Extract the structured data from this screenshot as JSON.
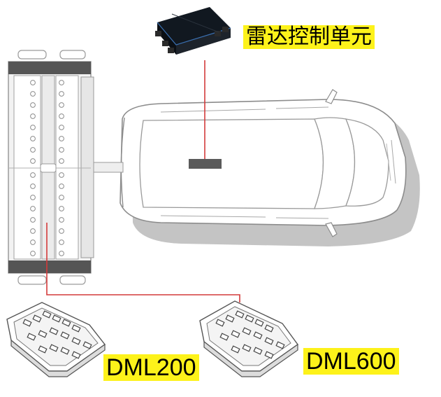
{
  "labels": {
    "radar_control_unit": "雷达控制单元",
    "dml200": "DML200",
    "dml600": "DML600"
  },
  "colors": {
    "label_background": "#fdf21a",
    "connection_line": "#d43a3a",
    "outline": "#8c8c8c",
    "shadow": "#bfbfbf",
    "device_body": "#1d232b"
  },
  "icons": [
    "radar-control-unit-icon",
    "van-icon",
    "antenna-array-icon",
    "dml200-module-icon",
    "dml600-module-icon"
  ]
}
